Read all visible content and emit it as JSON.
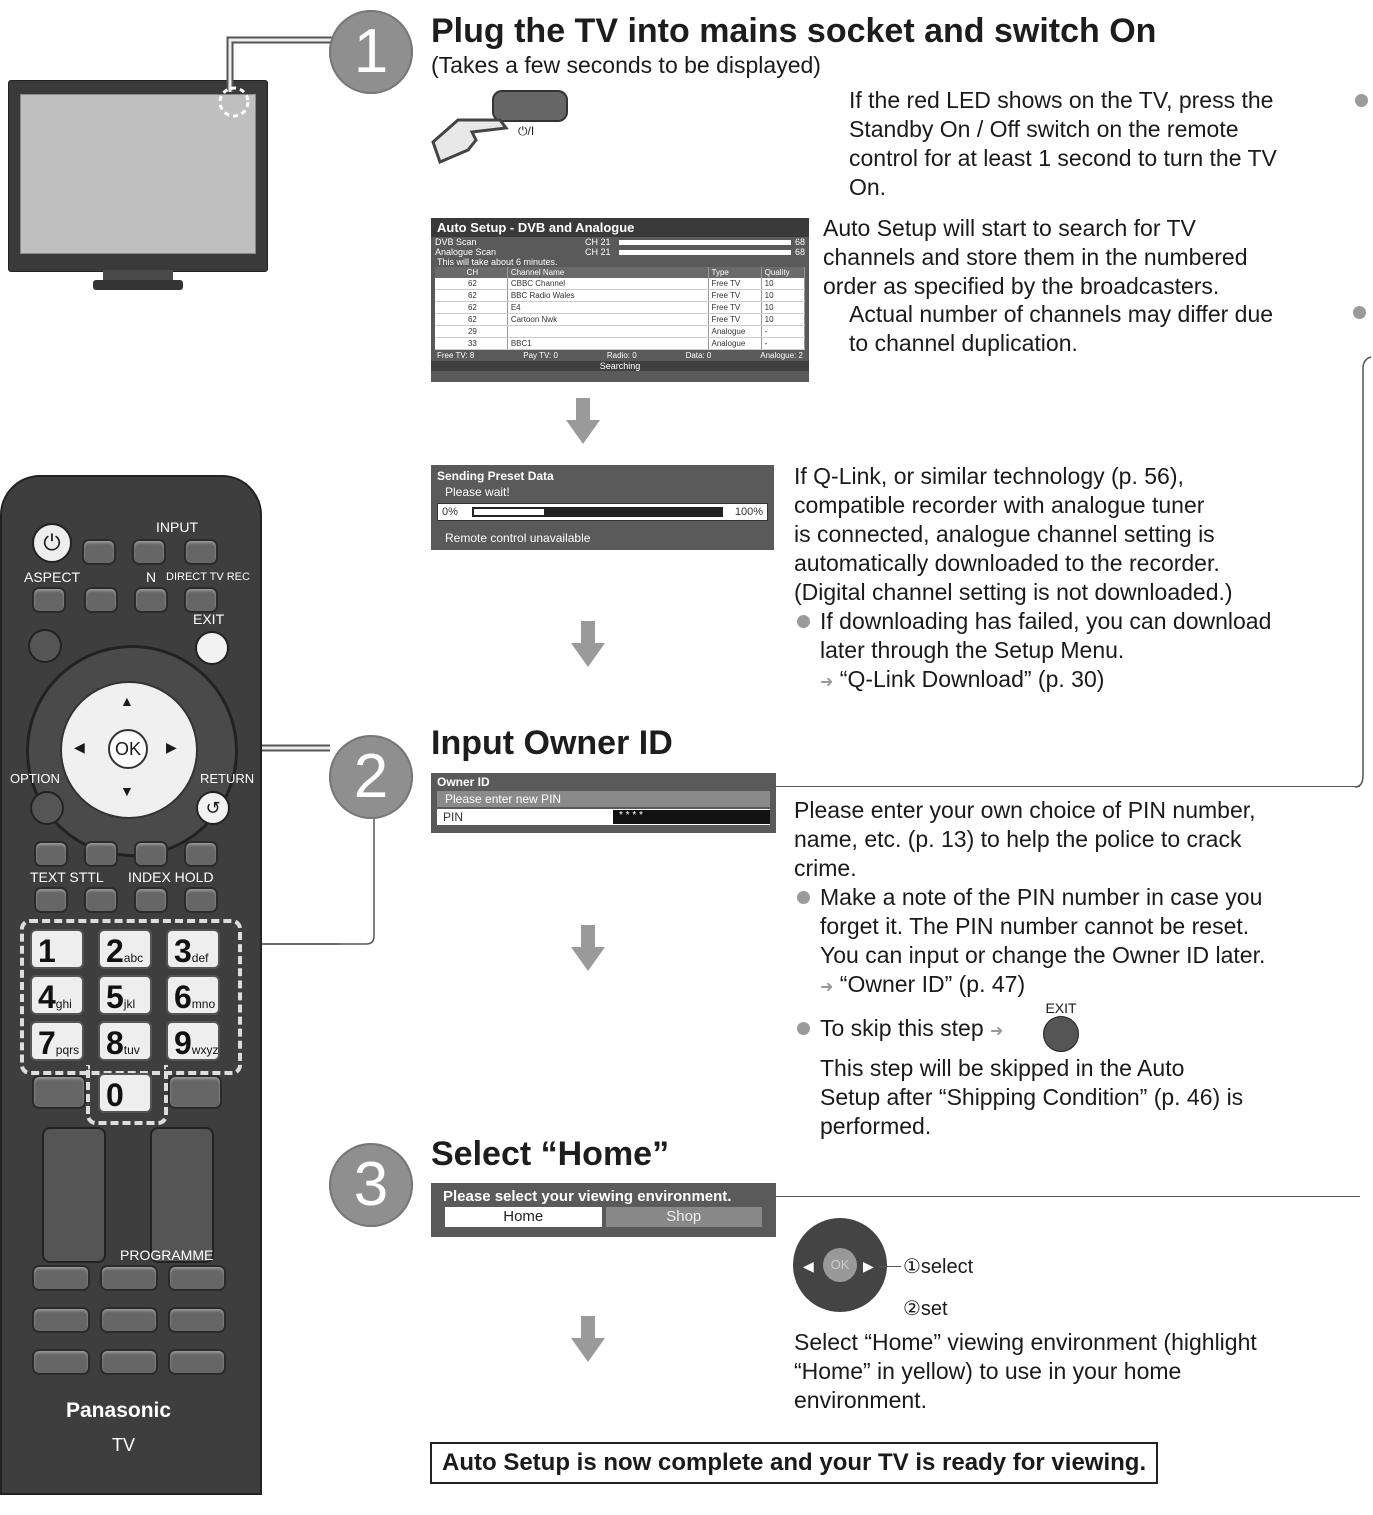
{
  "step1": {
    "number": "1",
    "heading": "Plug the TV into mains socket and switch On",
    "subheading": "(Takes a few seconds to be displayed)",
    "standby_symbol": "⏻/I",
    "red_led": [
      "If the red LED shows on the TV, press the",
      "Standby On / Off switch on the remote",
      "control for at least 1 second to turn the TV",
      "On."
    ],
    "autosetup_desc": [
      "Auto Setup will start to search for TV",
      "channels and store them in the numbered",
      "order as specified by the broadcasters."
    ],
    "channels_note": [
      "Actual number of channels may differ due",
      "to channel duplication."
    ]
  },
  "auto_setup_screen": {
    "title": "Auto Setup - DVB and Analogue",
    "dvb_scan": "DVB Scan",
    "analogue_scan": "Analogue Scan",
    "ch": "CH 21",
    "ch_end": "68",
    "duration": "This will take about 6 minutes.",
    "columns": [
      "CH",
      "Channel Name",
      "Type",
      "Quality"
    ],
    "rows": [
      [
        "62",
        "CBBC Channel",
        "Free TV",
        "10"
      ],
      [
        "62",
        "BBC Radio Wales",
        "Free TV",
        "10"
      ],
      [
        "62",
        "E4",
        "Free TV",
        "10"
      ],
      [
        "62",
        "Cartoon Nwk",
        "Free TV",
        "10"
      ],
      [
        "29",
        "",
        "Analogue",
        "-"
      ],
      [
        "33",
        "BBC1",
        "Analogue",
        "-"
      ]
    ],
    "footer": [
      "Free TV: 8",
      "Pay TV: 0",
      "Radio: 0",
      "Data: 0",
      "Analogue: 2"
    ],
    "status": "Searching"
  },
  "preset_screen": {
    "title": "Sending Preset Data",
    "wait": "Please wait!",
    "start": "0%",
    "end": "100%",
    "progress": 0.28,
    "note": "Remote control unavailable"
  },
  "qlink": {
    "text": [
      "If Q-Link, or similar technology (p. 56),",
      "compatible recorder with analogue tuner",
      "is connected, analogue channel setting is",
      "automatically downloaded to the recorder.",
      "(Digital channel setting is not downloaded.)"
    ],
    "failed": [
      "If downloading has failed, you can download",
      "later through the Setup Menu."
    ],
    "ref": "“Q-Link Download” (p. 30)"
  },
  "step2": {
    "number": "2",
    "heading": "Input Owner ID",
    "screen_title": "Owner ID",
    "screen_prompt": "Please enter new PIN",
    "pin_label": "PIN",
    "pin_value": "* * * *",
    "desc": [
      "Please enter your own choice of PIN number,",
      "name, etc. (p. 13) to help the police to crack",
      "crime."
    ],
    "note1": [
      "Make a note of the PIN number in case you",
      "forget it. The PIN number cannot be reset."
    ],
    "note2": "You can input or change the Owner ID later.",
    "ref": "“Owner ID” (p. 47)",
    "skip": "To skip this step",
    "exit_label": "EXIT",
    "skipped": [
      "This step will be skipped in the Auto",
      "Setup after “Shipping Condition” (p. 46) is",
      "performed."
    ]
  },
  "step3": {
    "number": "3",
    "heading": "Select “Home”",
    "screen_title": "Please select your viewing environment.",
    "home": "Home",
    "shop": "Shop",
    "ok": "OK",
    "select": "①select",
    "set": "②set",
    "desc": [
      "Select “Home” viewing environment (highlight",
      "“Home” in yellow) to use in your home",
      "environment."
    ]
  },
  "final": "Auto Setup is now complete and your TV is ready for viewing.",
  "remote": {
    "input": "INPUT",
    "aspect": "ASPECT",
    "n": "N",
    "direct": "DIRECT TV REC",
    "exit": "EXIT",
    "ok": "OK",
    "option": "OPTION",
    "return": "RETURN",
    "text": "TEXT STTL",
    "index": "INDEX HOLD",
    "keys": [
      {
        "n": "1",
        "s": ""
      },
      {
        "n": "2",
        "s": "abc"
      },
      {
        "n": "3",
        "s": "def"
      },
      {
        "n": "4",
        "s": "ghi"
      },
      {
        "n": "5",
        "s": "jkl"
      },
      {
        "n": "6",
        "s": "mno"
      },
      {
        "n": "7",
        "s": "pqrs"
      },
      {
        "n": "8",
        "s": "tuv"
      },
      {
        "n": "9",
        "s": "wxyz"
      },
      {
        "n": "0",
        "s": ""
      }
    ],
    "programme": "PROGRAMME",
    "brand": "Panasonic",
    "model": "TV"
  }
}
